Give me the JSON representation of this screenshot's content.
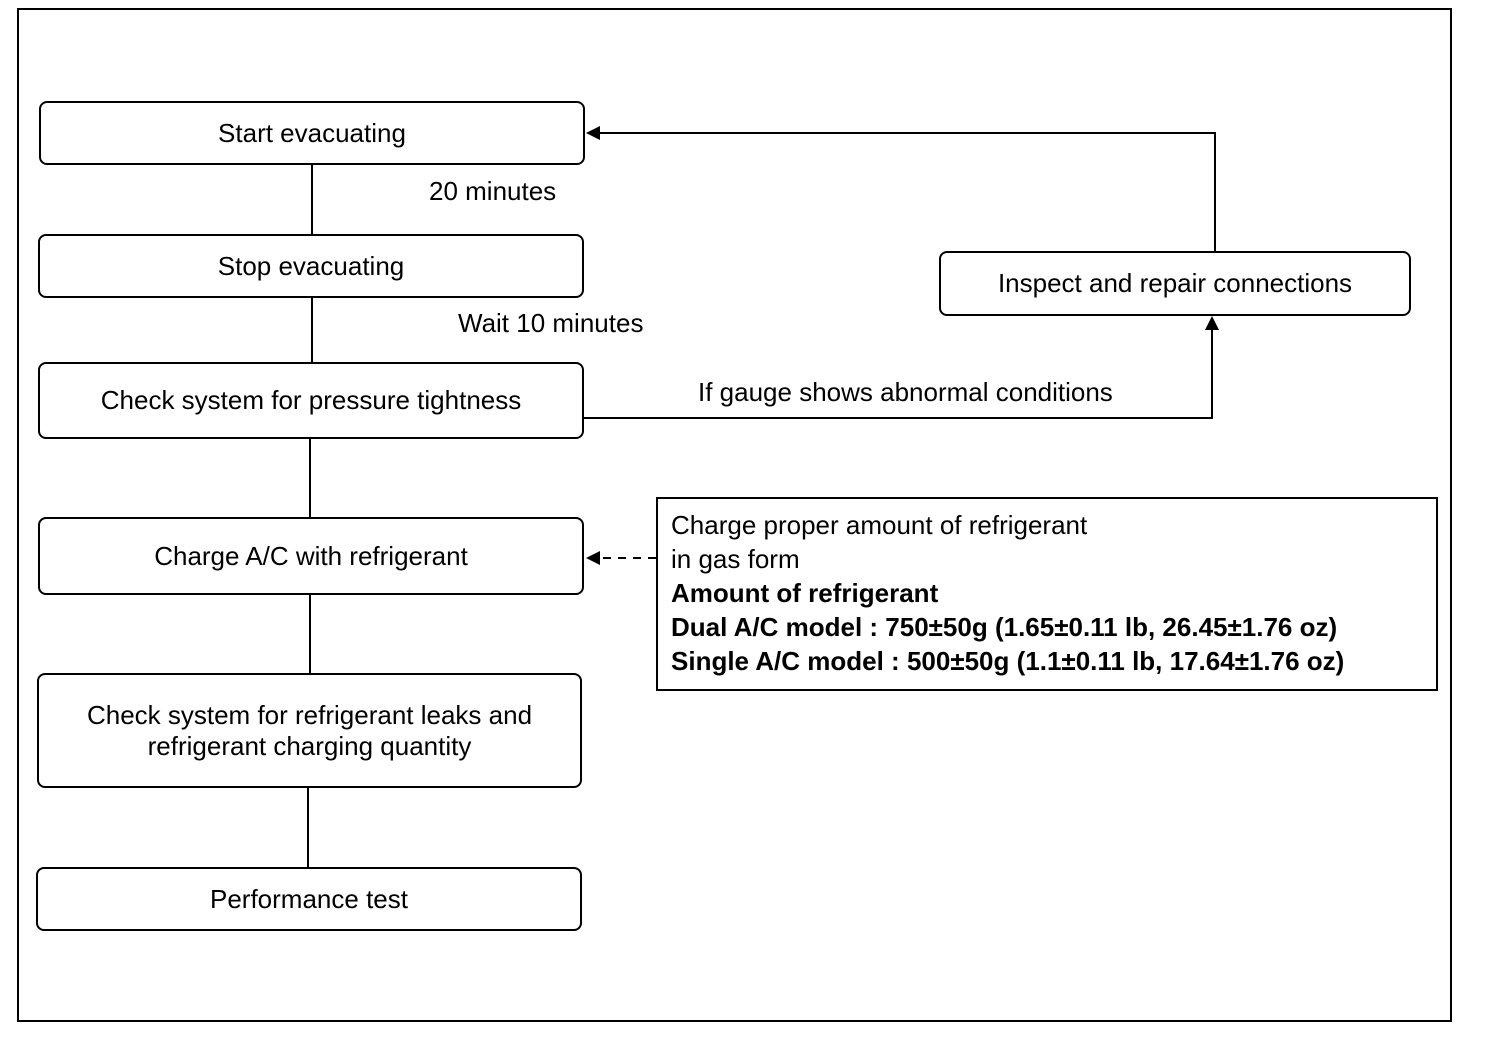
{
  "steps": {
    "start_evacuating": "Start evacuating",
    "stop_evacuating": "Stop evacuating",
    "check_pressure": "Check system for pressure tightness",
    "charge_ac": "Charge A/C with refrigerant",
    "check_leaks_line1": "Check system for refrigerant leaks and",
    "check_leaks_line2": "refrigerant charging quantity",
    "performance_test": "Performance test",
    "inspect_repair": "Inspect and repair connections"
  },
  "connector_labels": {
    "twenty_minutes": "20 minutes",
    "wait_ten_minutes": "Wait 10 minutes",
    "abnormal": "If gauge shows abnormal conditions"
  },
  "note": {
    "line1": "Charge proper amount of refrigerant",
    "line2": "in gas form",
    "heading": "Amount of refrigerant",
    "dual": "Dual A/C model : 750±50g (1.65±0.11 lb, 26.45±1.76 oz)",
    "single": "Single A/C model : 500±50g (1.1±0.11 lb, 17.64±1.76 oz)"
  }
}
